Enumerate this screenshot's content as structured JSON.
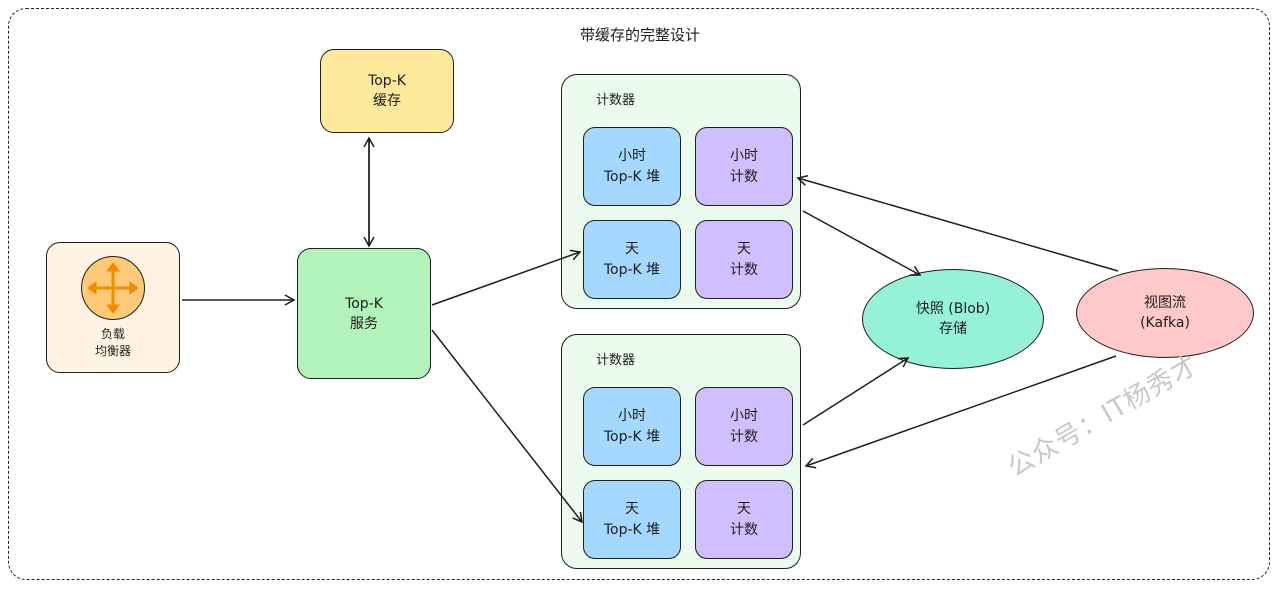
{
  "title": "带缓存的完整设计",
  "load_balancer": {
    "line1": "负载",
    "line2": "均衡器"
  },
  "cache": {
    "line1": "Top-K",
    "line2": "缓存"
  },
  "service": {
    "line1": "Top-K",
    "line2": "服务"
  },
  "counter_groups": [
    {
      "label": "计数器",
      "hour_heap": {
        "line1": "小时",
        "line2": "Top-K 堆"
      },
      "hour_count": {
        "line1": "小时",
        "line2": "计数"
      },
      "day_heap": {
        "line1": "天",
        "line2": "Top-K 堆"
      },
      "day_count": {
        "line1": "天",
        "line2": "计数"
      }
    },
    {
      "label": "计数器",
      "hour_heap": {
        "line1": "小时",
        "line2": "Top-K 堆"
      },
      "hour_count": {
        "line1": "小时",
        "line2": "计数"
      },
      "day_heap": {
        "line1": "天",
        "line2": "Top-K 堆"
      },
      "day_count": {
        "line1": "天",
        "line2": "计数"
      }
    }
  ],
  "snapshot": {
    "line1": "快照 (Blob)",
    "line2": "存储"
  },
  "view_stream": {
    "line1": "视图流",
    "line2": "(Kafka)"
  },
  "watermark": "公众号：IT杨秀才",
  "colors": {
    "load_balancer_fill": "#fff4e3",
    "cache_fill": "#ffe99a",
    "service_fill": "#b2f2bb",
    "group_fill": "#ebfbee",
    "heap_fill": "#a5d8ff",
    "count_fill": "#d0bfff",
    "snapshot_fill": "#96f2d7",
    "stream_fill": "#ffc9c9",
    "lb_icon_fill": "#ffc978",
    "lb_arrow_color": "#f08c00"
  },
  "icons": {
    "load_balancer": "four-way-arrows-icon"
  }
}
